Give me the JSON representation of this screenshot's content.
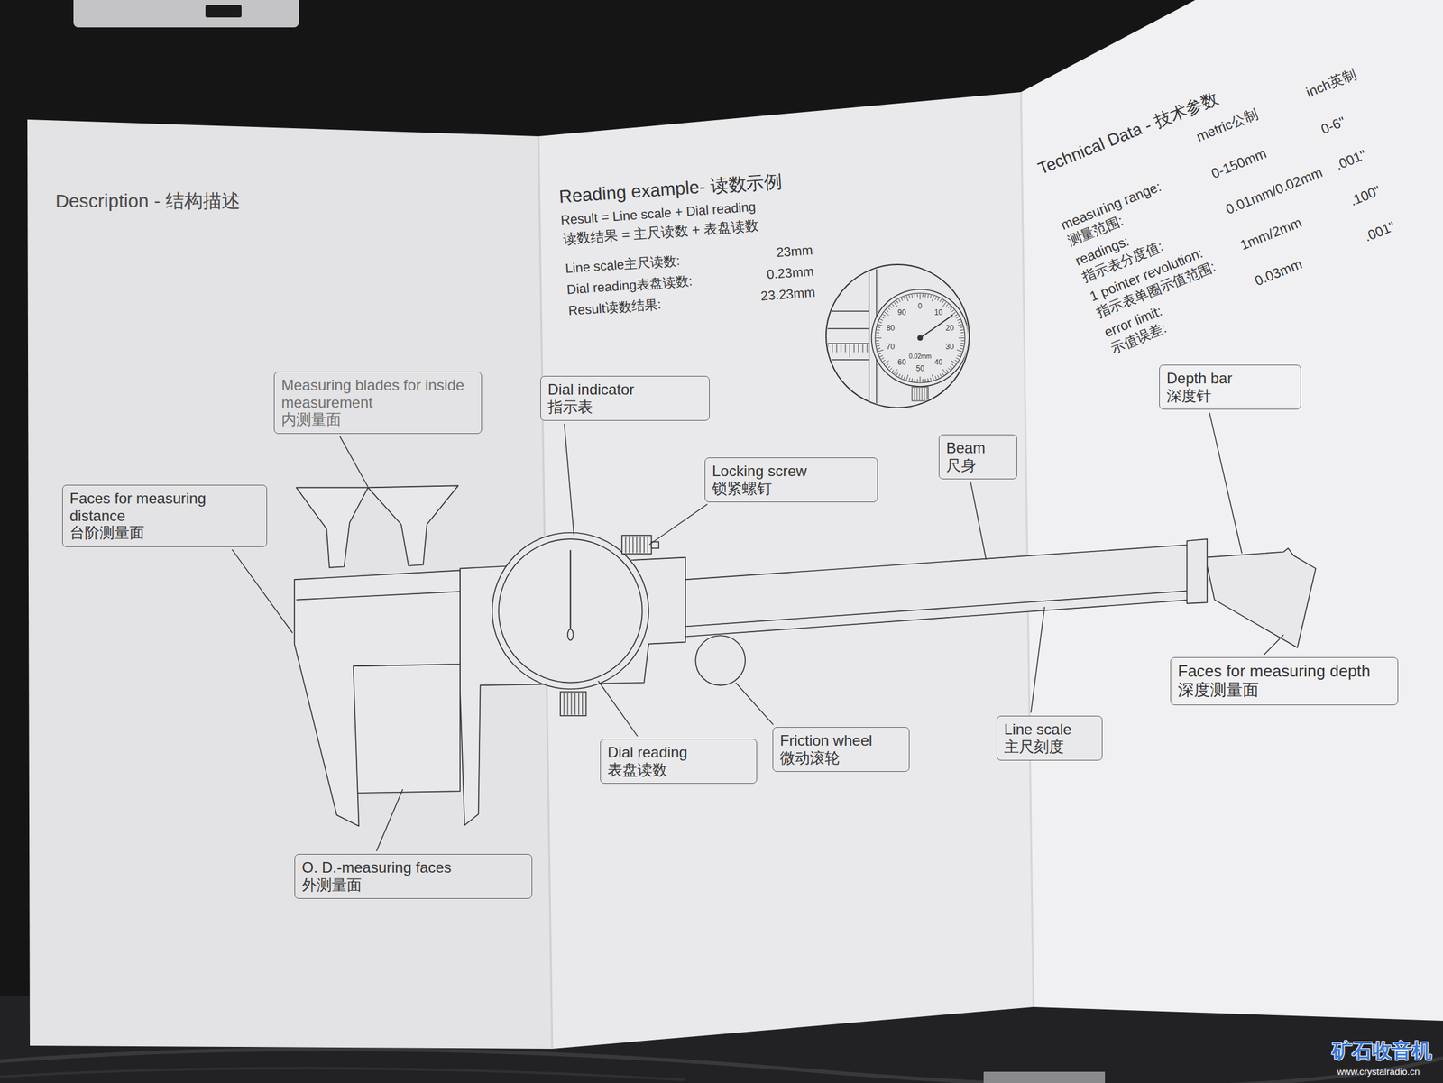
{
  "diagram": {
    "title": "Description - 结构描述",
    "nodes": [
      {
        "text": [
          "Measuring blades for inside measurement",
          "内测量面"
        ]
      },
      {
        "text": [
          "Faces for measuring distance",
          "台阶测量面"
        ]
      },
      {
        "text": [
          "Dial indicator",
          "指示表"
        ]
      },
      {
        "text": [
          "Locking screw",
          "锁紧螺钉"
        ]
      },
      {
        "text": [
          "Beam",
          "尺身"
        ]
      },
      {
        "text": [
          "Depth bar",
          "深度针"
        ]
      },
      {
        "text": [
          "Faces for measuring depth",
          "深度测量面"
        ]
      },
      {
        "text": [
          "Line scale",
          "主尺刻度"
        ]
      },
      {
        "text": [
          "Friction wheel",
          "微动滚轮"
        ]
      },
      {
        "text": [
          "Dial reading",
          "表盘读数"
        ]
      },
      {
        "text": [
          "O. D.-measuring faces",
          "外测量面"
        ]
      }
    ],
    "labels": [
      "Reading example- 读数示例",
      "Result = Line scale + Dial reading",
      "读数结果 = 主尺读数 + 表盘读数",
      "Line scale主尺读数:",
      "23mm",
      "Dial reading表盘读数:",
      "0.23mm",
      "Result读数结果:",
      "23.23mm",
      "0",
      "10",
      "20",
      "30",
      "40",
      "50",
      "60",
      "70",
      "80",
      "90",
      "0.02mm",
      "Technical Data - 技术参数",
      "metric公制",
      "inch英制",
      "measuring range:",
      "测量范围:",
      "0-150mm",
      "0-6\"",
      "readings:",
      "指示表分度值:",
      "0.01mm/0.02mm",
      ".001\"",
      "1 pointer revolution:",
      "指示表单圈示值范围:",
      "1mm/2mm",
      ".100\"",
      "error limit:",
      "示值误差:",
      "0.03mm",
      ".001\"",
      "矿石收音机",
      "www.crystalradio.cn"
    ]
  }
}
